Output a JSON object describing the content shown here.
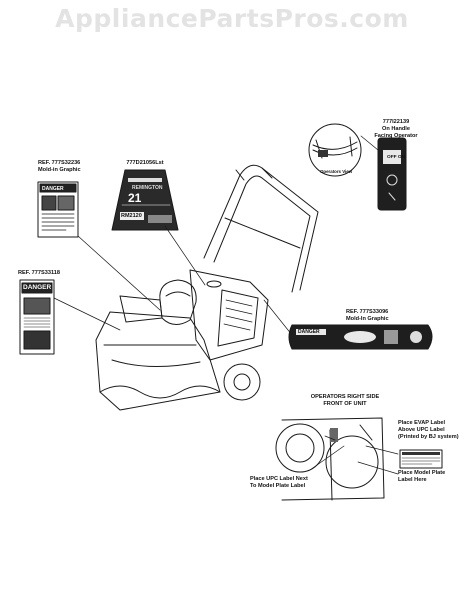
{
  "watermark": "AppliancePartsPros.com",
  "callouts": {
    "handle_label": {
      "ref": "777I22139",
      "line2": "On Handle",
      "line3": "Facing Operator"
    },
    "mold_graphic_1": {
      "ref": "REF. 777S32236",
      "line2": "Mold-in Graphic"
    },
    "center_decal": {
      "ref": "777D21056Lst"
    },
    "danger_decal": {
      "ref": "REF. 777S33118"
    },
    "mold_graphic_2": {
      "ref": "REF. 777S33096",
      "line2": "Mold-In Graphic"
    },
    "operators_side": {
      "line1": "OPERATORS RIGHT SIDE",
      "line2": "FRONT OF UNIT"
    },
    "evap_label": {
      "line1": "Place EVAP Label",
      "line2": "Above UPC Label",
      "line3": "(Printed by BJ system)"
    },
    "model_plate": {
      "line1": "Place Model Plate",
      "line2": "Label Here"
    },
    "upc_label": {
      "line1": "Place UPC Label Next",
      "line2": "To Model Plate Label"
    },
    "operators_view": "Operators View"
  },
  "decals": {
    "danger_word": "DANGER",
    "brand": "REMINGTON",
    "model_badge": "RM2120",
    "size": "21",
    "panel_word": "DANGER",
    "off_on": "OFF ON"
  },
  "colors": {
    "line": "#1a1a1a",
    "decal_dark": "#222222",
    "watermark": "#e3e3e3"
  }
}
